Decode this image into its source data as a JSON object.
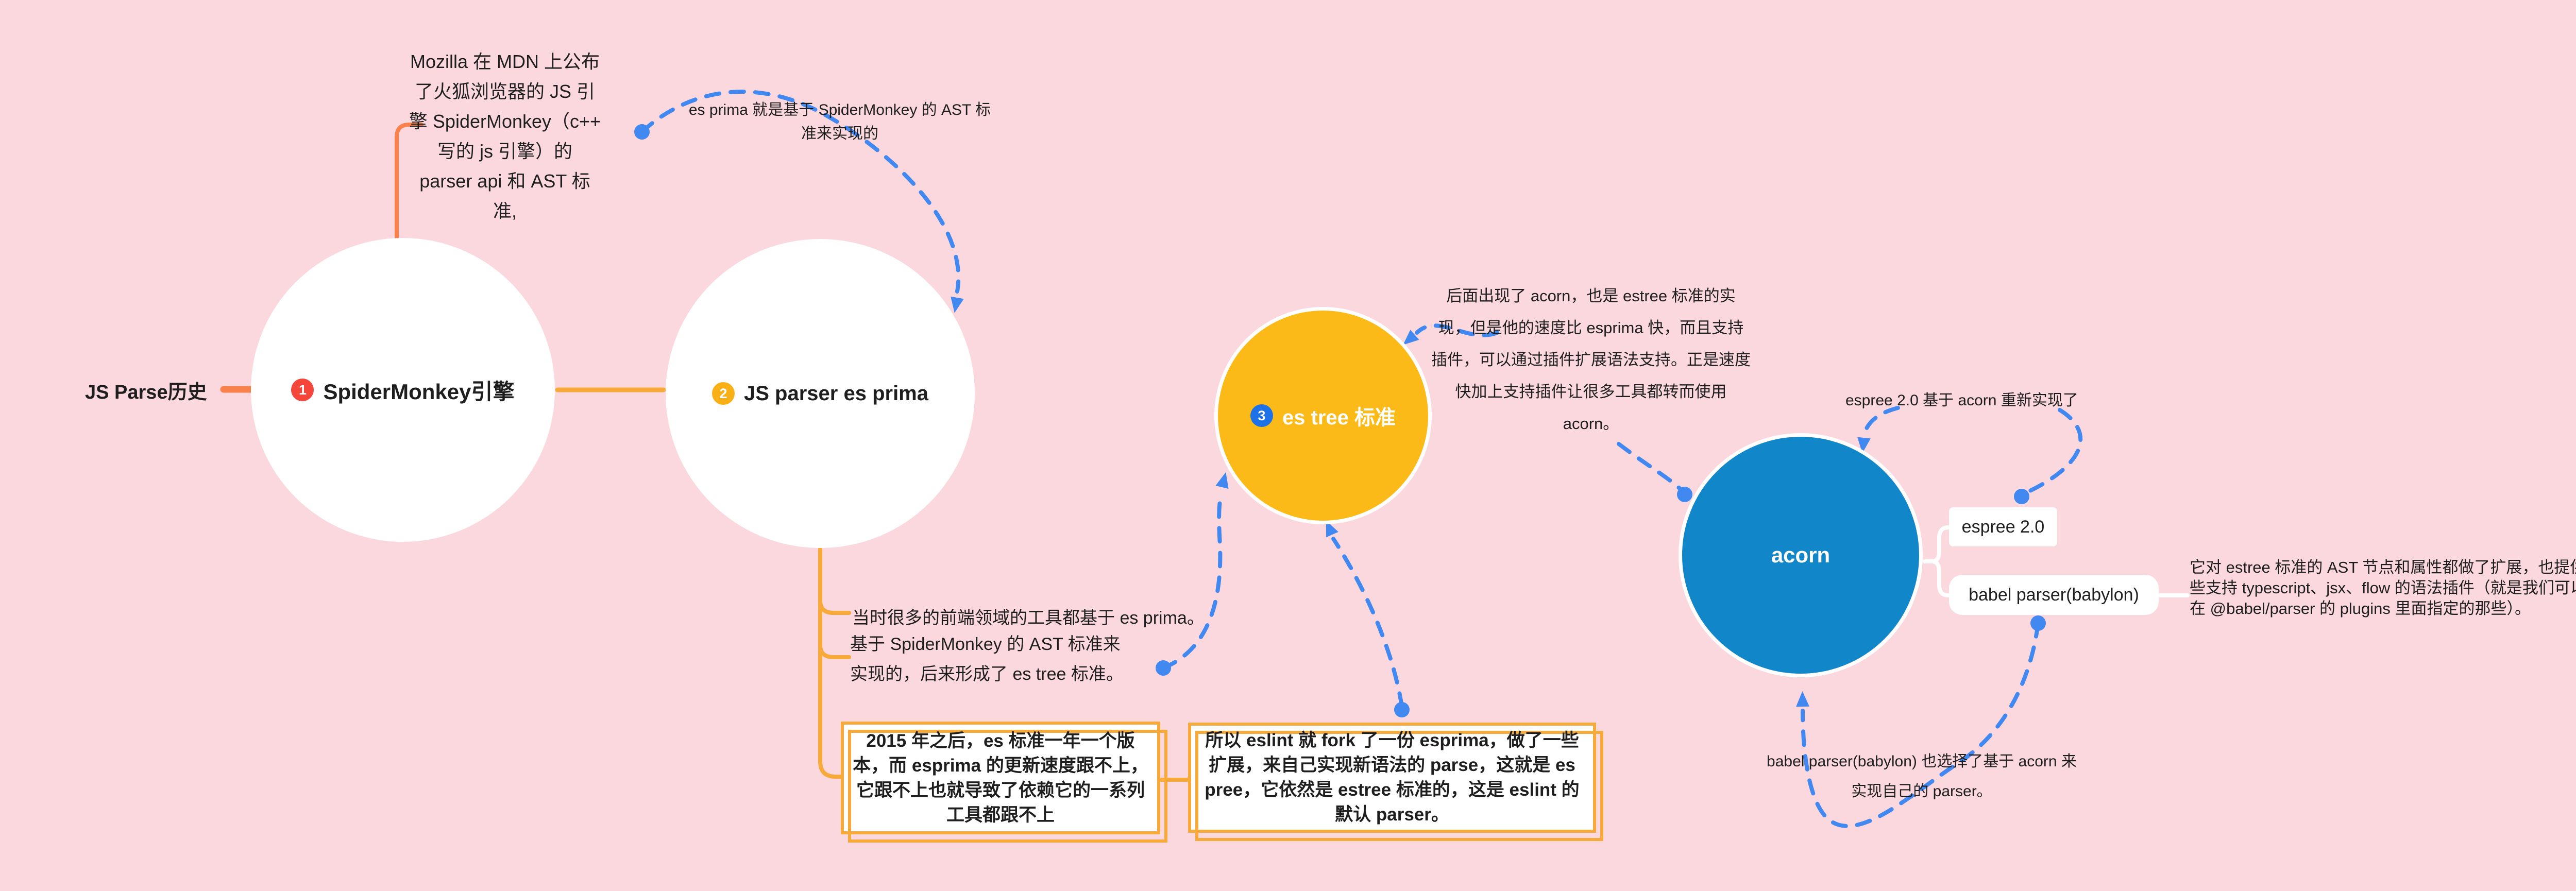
{
  "root": {
    "label": "JS Parse历史"
  },
  "nodes": {
    "spidermonkey": {
      "badge": "1",
      "label": "SpiderMonkey引擎"
    },
    "esprima": {
      "badge": "2",
      "label": "JS parser es prima"
    },
    "estree": {
      "badge": "3",
      "label": "es tree 标准"
    },
    "acorn": {
      "label": "acorn"
    },
    "espree": {
      "label": "espree 2.0"
    },
    "babel": {
      "label": "babel parser(babylon)"
    }
  },
  "annotations": {
    "mozilla": {
      "lines": [
        "Mozilla 在 MDN 上公布",
        "了火狐浏览器的 JS 引",
        "擎 SpiderMonkey（c++",
        "写的 js 引擎）的",
        "parser api 和 AST 标",
        "准,"
      ]
    },
    "esprima_origin": {
      "lines": [
        "es prima 就是基于 SpiderMonkey 的 AST 标",
        "准来实现的"
      ]
    },
    "acorn_intro": {
      "lines": [
        "后面出现了 acorn，也是 estree 标准的实",
        "现，但是他的速度比 esprima 快，而且支持",
        "插件，可以通过插件扩展语法支持。正是速度",
        "快加上支持插件让很多工具都转而使用",
        "acorn。"
      ]
    },
    "espree_rewrite": {
      "text": "espree 2.0 基于 acorn 重新实现了"
    },
    "babel_choice": {
      "lines": [
        "babel parser(babylon) 也选择了基于 acorn 来",
        "实现自己的 parser。"
      ]
    },
    "babel_extension": {
      "lines": [
        "它对 estree 标准的 AST 节点和属性都做了扩展，也提供了一",
        "些支持 typescript、jsx、flow 的语法插件（就是我们可以",
        "在 @babel/parser 的 plugins 里面指定的那些）。"
      ]
    }
  },
  "notes": {
    "esprima_popular": {
      "text": "当时很多的前端领域的工具都基于 es prima。"
    },
    "estree_formed": {
      "lines": [
        "基于 SpiderMonkey 的 AST 标准来",
        "实现的，后来形成了 es tree 标准。"
      ]
    },
    "esprima_lag": {
      "lines": [
        "2015 年之后，es 标准一年一个版",
        "本，而 esprima 的更新速度跟不上，",
        "它跟不上也就导致了依赖它的一系列",
        "工具都跟不上"
      ]
    },
    "eslint_fork": {
      "lines": [
        "所以 eslint 就 fork 了一份 esprima，做了一些",
        "扩展，来自己实现新语法的 parse，这就是 es",
        "pree，它依然是 estree 标准的，这是 eslint 的",
        "默认 parser。"
      ]
    }
  },
  "colors": {
    "background": "#FBD8DD",
    "node_white": "#FFFFFF",
    "node_yellow": "#FBBA17",
    "node_blue": "#1186C8",
    "badge_red": "#F4463B",
    "badge_amber": "#F9B017",
    "badge_blue": "#1D72E8",
    "connector_coral": "#F8814C",
    "connector_gold": "#F7A93A",
    "dashed_blue": "#4189F1",
    "text": "#1E1E1E"
  }
}
